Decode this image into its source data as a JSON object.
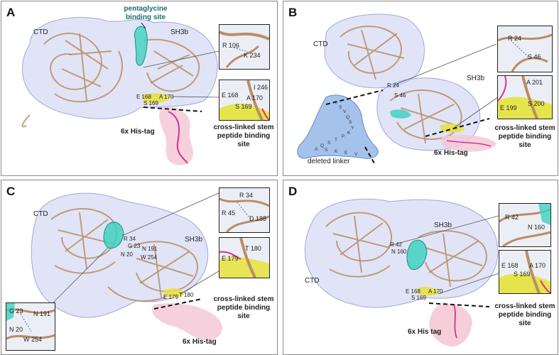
{
  "panels": {
    "A": {
      "letter": "A",
      "ctd": "CTD",
      "sh3b": "SH3b",
      "pentaglycine": "pentaglycine binding site",
      "his_tag": "6x His-tag",
      "crosslinked": "cross-linked stem peptide binding site",
      "inset_top": [
        "R 106",
        "K 234"
      ],
      "inset_bottom": [
        "E 168",
        "A 170",
        "I 246",
        "S 169"
      ],
      "main_residues": [
        "E 168",
        "S 169",
        "A 170"
      ]
    },
    "B": {
      "letter": "B",
      "ctd": "CTD",
      "sh3b": "SH3b",
      "deleted_linker": "deleted linker",
      "his_tag": "6x His-tag",
      "crosslinked": "cross-linked stem peptide binding site",
      "inset_top": [
        "R 24",
        "S 46"
      ],
      "inset_bottom": [
        "A 201",
        "E 199",
        "S 200"
      ],
      "main_residues": [
        "R 24",
        "S 46"
      ],
      "linker_sequence": [
        "T",
        "S",
        "V",
        "Q",
        "S",
        "Y",
        "K",
        "P",
        "T",
        "S",
        "Q",
        "A",
        "S",
        "K",
        "E",
        "V"
      ]
    },
    "C": {
      "letter": "C",
      "ctd": "CTD",
      "sh3b": "SH3b",
      "his_tag": "6x His-tag",
      "crosslinked": "cross-linked stem peptide binding site",
      "inset_top": [
        "R 34",
        "R 45",
        "D 188"
      ],
      "inset_bottom": [
        "T 180",
        "E 179"
      ],
      "inset_left": [
        "G 23",
        "N 191",
        "N 20",
        "W 254"
      ],
      "main_residues": [
        "R 34",
        "G 23",
        "N 191",
        "N 20",
        "W 254",
        "E 179",
        "T 180"
      ]
    },
    "D": {
      "letter": "D",
      "ctd": "CTD",
      "sh3b": "SH3b",
      "his_tag": "6x His tag",
      "crosslinked": "cross-linked stem peptide binding site",
      "inset_top": [
        "R 42",
        "N 160"
      ],
      "inset_bottom": [
        "E 168",
        "A 170",
        "S 169"
      ],
      "main_residues": [
        "R 42",
        "N 160",
        "E 168",
        "S 169",
        "A 170"
      ]
    }
  },
  "colors": {
    "surface": "#c9cdf0",
    "ribbon": "#c9a27a",
    "binding_site": "#3fd1c0",
    "stem_site": "#e6e23a",
    "his_tag": "#f4c6d4",
    "his_tag_line": "#d6338a",
    "deleted_linker": "#8fb3e6"
  }
}
